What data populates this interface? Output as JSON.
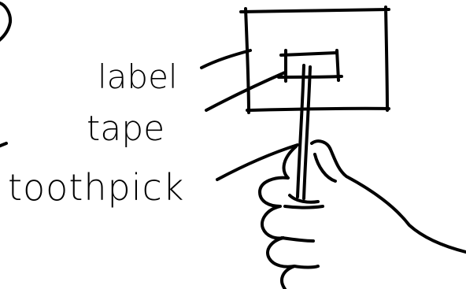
{
  "labels": {
    "label": "label",
    "tape": "tape",
    "toothpick": "toothpick"
  },
  "colors": {
    "ink": "#000000",
    "paper": "#ffffff"
  },
  "icons": {
    "hand": "hand-holding-icon"
  }
}
